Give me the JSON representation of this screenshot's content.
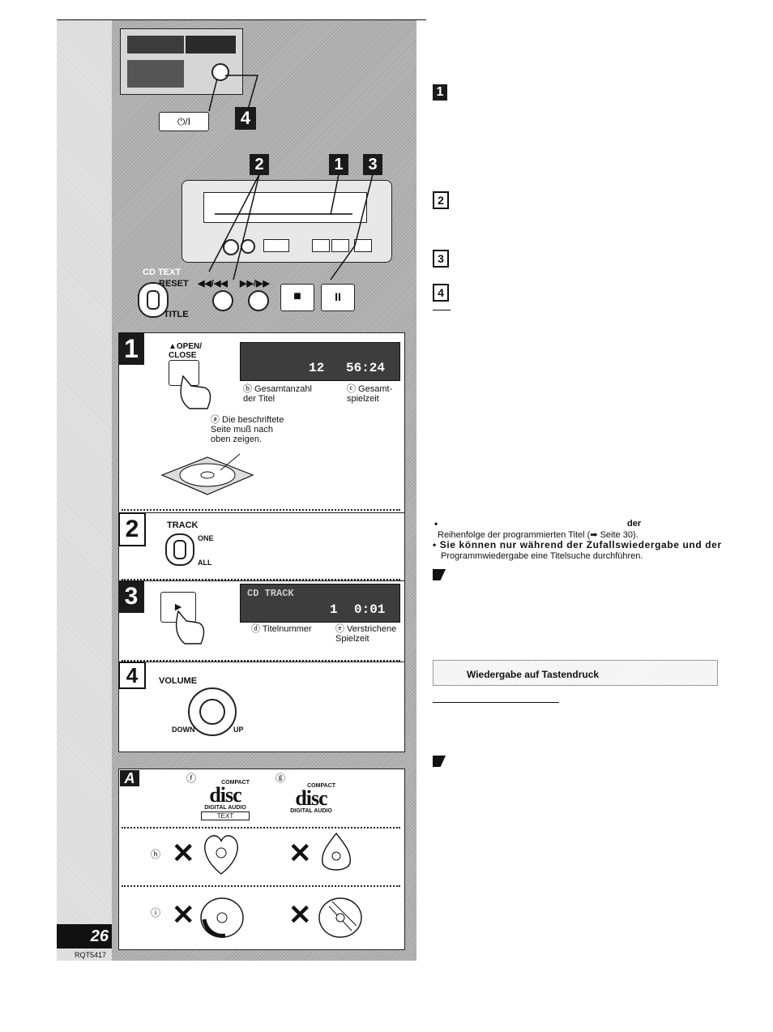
{
  "steps": {
    "s1": "1",
    "s2": "2",
    "s3": "3",
    "s4": "4"
  },
  "top_callout": {
    "num": "4",
    "power_label": "⏻/I"
  },
  "device": {
    "callouts": [
      "2",
      "1",
      "3"
    ],
    "cd_text_label": "CD TEXT",
    "reset_label": "RESET",
    "title_label": "TITLE",
    "skip_back_label": "◀◀/◀◀",
    "skip_fwd_label": "▶▶/▶▶",
    "stop_label": "■",
    "pause_label": "II"
  },
  "step1": {
    "button_label": "▲OPEN/\nCLOSE",
    "lcd_left": "12",
    "lcd_right": "56:24",
    "b_label": "ⓑ Gesamtanzahl\nder Titel",
    "c_label": "ⓒ Gesamt-\nspielzeit",
    "a_label": "ⓐ Die beschriftete\nSeite muß nach\noben zeigen."
  },
  "step2": {
    "track_label": "TRACK",
    "one_label": "ONE",
    "all_label": "ALL"
  },
  "step3": {
    "lcd_top": "CD  TRACK",
    "lcd_left": "1",
    "lcd_right": "0:01",
    "d_label": "ⓓ Titelnummer",
    "e_label": "ⓔ Verstrichene\nSpielzeit"
  },
  "step4": {
    "volume_label": "VOLUME",
    "down_label": "DOWN",
    "up_label": "UP"
  },
  "boxA": {
    "letter": "A",
    "f_mark": "ⓕ",
    "g_mark": "ⓖ",
    "h_mark": "ⓗ",
    "i_mark": "ⓘ",
    "logo_word": "disc",
    "logo_compact": "COMPACT",
    "logo_da": "DIGITAL AUDIO",
    "logo_text": "TEXT",
    "cross": "✕"
  },
  "right": {
    "markers": [
      "1",
      "2",
      "3",
      "4"
    ],
    "bullet1": "Reihenfolge der programmierten Titel (➡ Seite 30).",
    "bullet2": "Sie können nur während der Zufallswiedergabe und der",
    "bullet2b": "Programmwiedergabe eine Titelsuche durchführen.",
    "bullet_top": "der",
    "section_heading": "Wiedergabe auf Tastendruck"
  },
  "footer": {
    "page": "26",
    "code": "RQT5417"
  }
}
